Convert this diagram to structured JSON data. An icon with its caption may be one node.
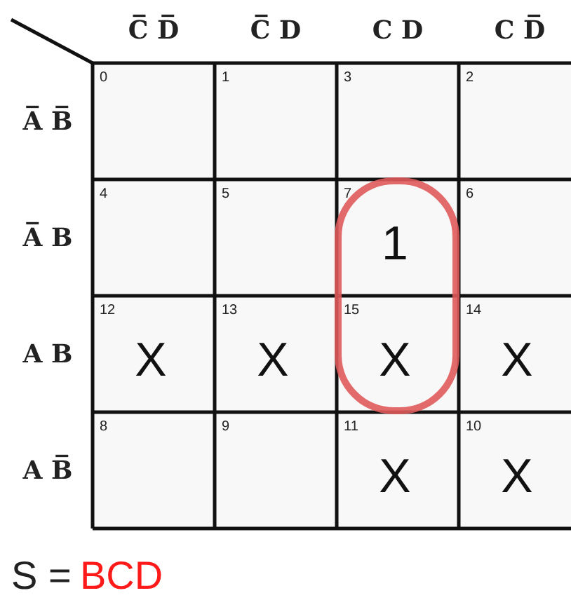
{
  "diagram": {
    "labels": [
      "C̅ D̅",
      "C̅ D",
      "C D",
      "C D̅",
      "A̅ B̅",
      "0",
      "1",
      "3",
      "2",
      "A̅ B",
      "4",
      "5",
      "7",
      "1",
      "6",
      "A B",
      "12",
      "X",
      "13",
      "X",
      "15",
      "X",
      "14",
      "X",
      "A B̅",
      "8",
      "9",
      "11",
      "X",
      "10",
      "X",
      "S =",
      "BCD"
    ]
  }
}
